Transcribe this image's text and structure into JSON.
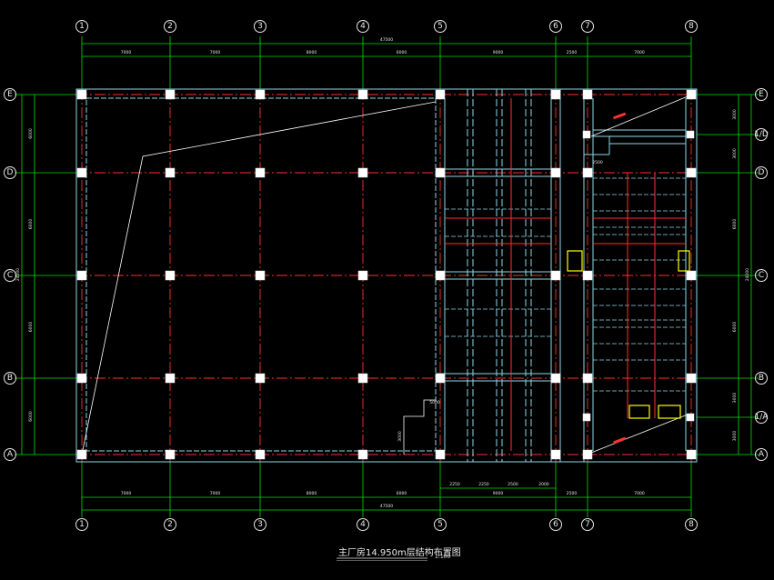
{
  "drawing": {
    "title": "主厂房14.950m层结构布置图",
    "scale": "1:100"
  },
  "axes": {
    "columns": [
      "1",
      "2",
      "3",
      "4",
      "5",
      "6",
      "7",
      "8"
    ],
    "rows": [
      "E",
      "D",
      "C",
      "B",
      "A"
    ],
    "right_rows": [
      "E",
      "1/D",
      "D",
      "C",
      "B",
      "1/A",
      "A"
    ]
  },
  "dimensions": {
    "top_overall": "47500",
    "top_segments": [
      "7000",
      "7000",
      "8000",
      "6000",
      "9000",
      "2500",
      "7000"
    ],
    "bottom_overall": "47500",
    "bottom_segments": [
      "7000",
      "7000",
      "8000",
      "6000",
      "9000",
      "2500",
      "7000"
    ],
    "bottom_sub": [
      "2250",
      "2250",
      "2500",
      "2000"
    ],
    "left_overall": "24000",
    "left_segments": [
      "6000",
      "6000",
      "6000",
      "6000"
    ],
    "right_overall": "24000",
    "right_segments": [
      "3000",
      "3000",
      "6000",
      "6000",
      "3000",
      "3000"
    ],
    "interior_labels": [
      "5000",
      "3000",
      "2500"
    ]
  },
  "colors": {
    "background": "#000000",
    "axis_line": "#ff3030",
    "dimension": "#00e000",
    "beam": "#8fd8e6",
    "column": "#ffffff",
    "text": "#e8e8e8",
    "highlight": "#ffff00",
    "diagonal": "#ffffff"
  }
}
